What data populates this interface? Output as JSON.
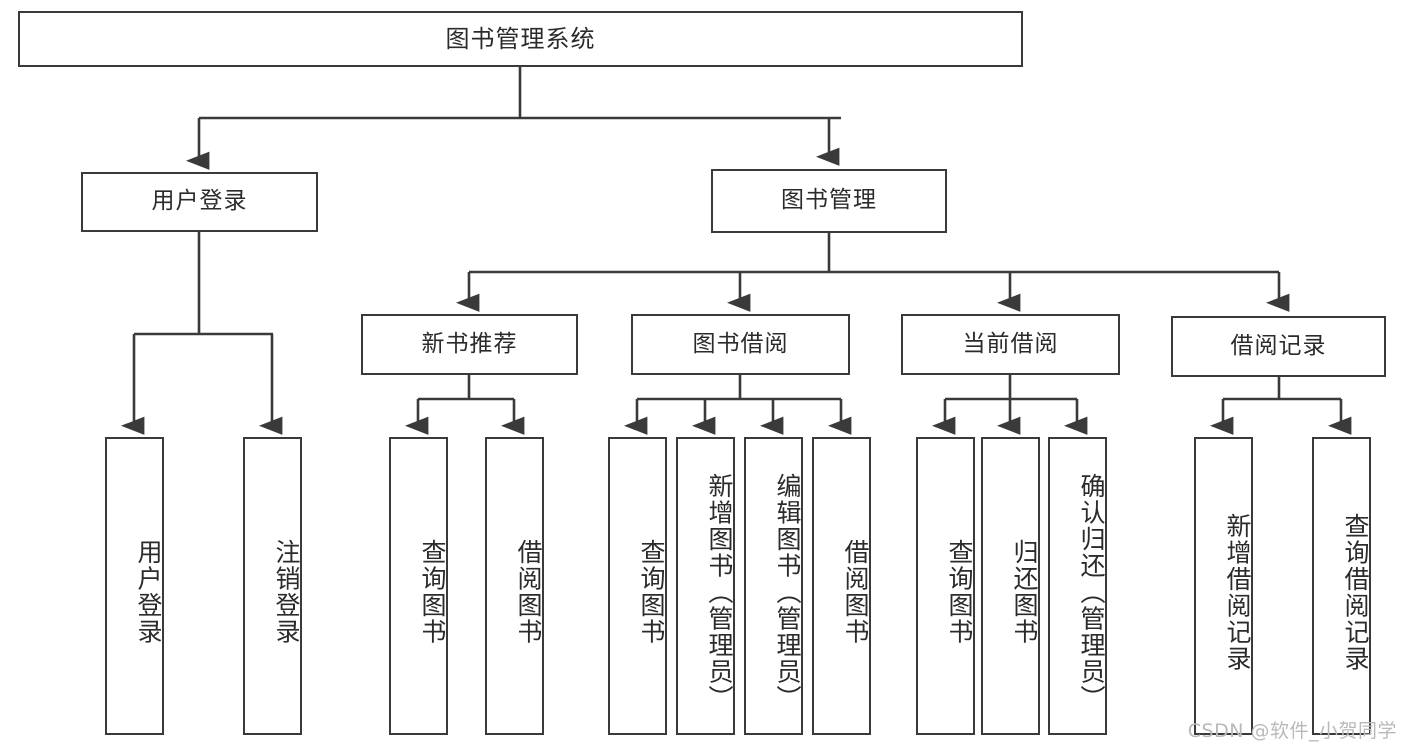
{
  "diagram": {
    "type": "tree-hierarchy-chart",
    "title": "图书管理系统",
    "watermark": "CSDN @软件_小贺同学",
    "stroke_color": "#3a3a3a",
    "background_color": "#ffffff",
    "text_color": "#2b2b2b",
    "watermark_color": "#b9b9b9",
    "nodes": {
      "root": {
        "label": "图书管理系统"
      },
      "level2": [
        {
          "label": "用户登录"
        },
        {
          "label": "图书管理"
        }
      ],
      "level3": [
        {
          "label": "新书推荐"
        },
        {
          "label": "图书借阅"
        },
        {
          "label": "当前借阅"
        },
        {
          "label": "借阅记录"
        }
      ],
      "leaves": {
        "user_login": [
          {
            "label": "用户登录"
          },
          {
            "label": "注销登录"
          }
        ],
        "new_book_recommend": [
          {
            "label": "查询图书"
          },
          {
            "label": "借阅图书"
          }
        ],
        "book_borrow": [
          {
            "label": "查询图书"
          },
          {
            "label": "新增图书（管理员）"
          },
          {
            "label": "编辑图书（管理员）"
          },
          {
            "label": "借阅图书"
          }
        ],
        "current_borrow": [
          {
            "label": "查询图书"
          },
          {
            "label": "归还图书"
          },
          {
            "label": "确认归还（管理员）"
          }
        ],
        "borrow_record": [
          {
            "label": "新增借阅记录"
          },
          {
            "label": "查询借阅记录"
          }
        ]
      }
    }
  }
}
